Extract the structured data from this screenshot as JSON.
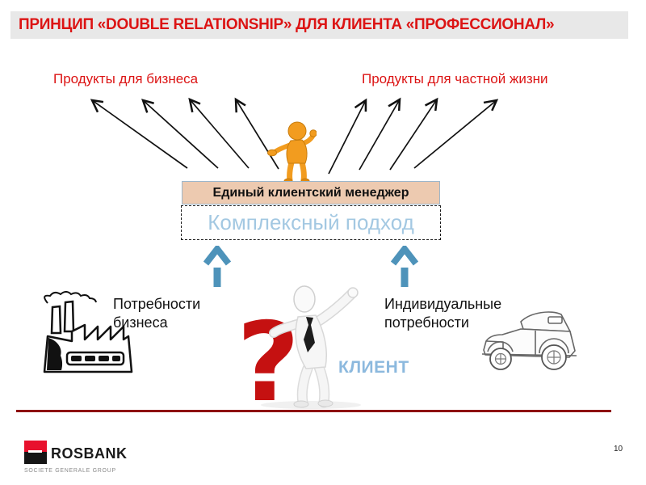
{
  "title": {
    "text": "ПРИНЦИП «DOUBLE RELATIONSHIP» ДЛЯ КЛИЕНТА «ПРОФЕССИОНАЛ»"
  },
  "top_labels": {
    "business": "Продукты для бизнеса",
    "personal": "Продукты для частной жизни"
  },
  "manager_box": {
    "label": "Единый клиентский менеджер"
  },
  "approach_box": {
    "label": "Комплексный подход"
  },
  "needs": {
    "business_line1": "Потребности",
    "business_line2": "бизнеса",
    "individual_line1": "Индивидуальные",
    "individual_line2": "потребности"
  },
  "client": {
    "label": "КЛИЕНТ",
    "question_mark": "?"
  },
  "footer": {
    "brand": "ROSBANK",
    "group": "SOCIETE GENERALE GROUP",
    "page_number": "10"
  },
  "icons": {
    "orange_person": "orange-3d-person",
    "client_figure": "white-3d-person-with-red-question-mark",
    "factory": "factory-line-art",
    "car": "vintage-car-sketch",
    "up_arrows": "blue-up-arrow",
    "fan_arrows": "black-fan-arrows"
  },
  "colors": {
    "title_text": "#dc1414",
    "title_bar_bg": "#e8e8e8",
    "red_label": "#dc1414",
    "manager_box_fill": "#edcab0",
    "manager_box_border": "#9db6c9",
    "approach_text": "#a3c8e2",
    "client_label": "#8cb9de",
    "blue_arrow": "#4e93ba",
    "footer_rule": "#8e0f12",
    "logo_red": "#e8112d",
    "question_mark_red": "#c51111"
  }
}
